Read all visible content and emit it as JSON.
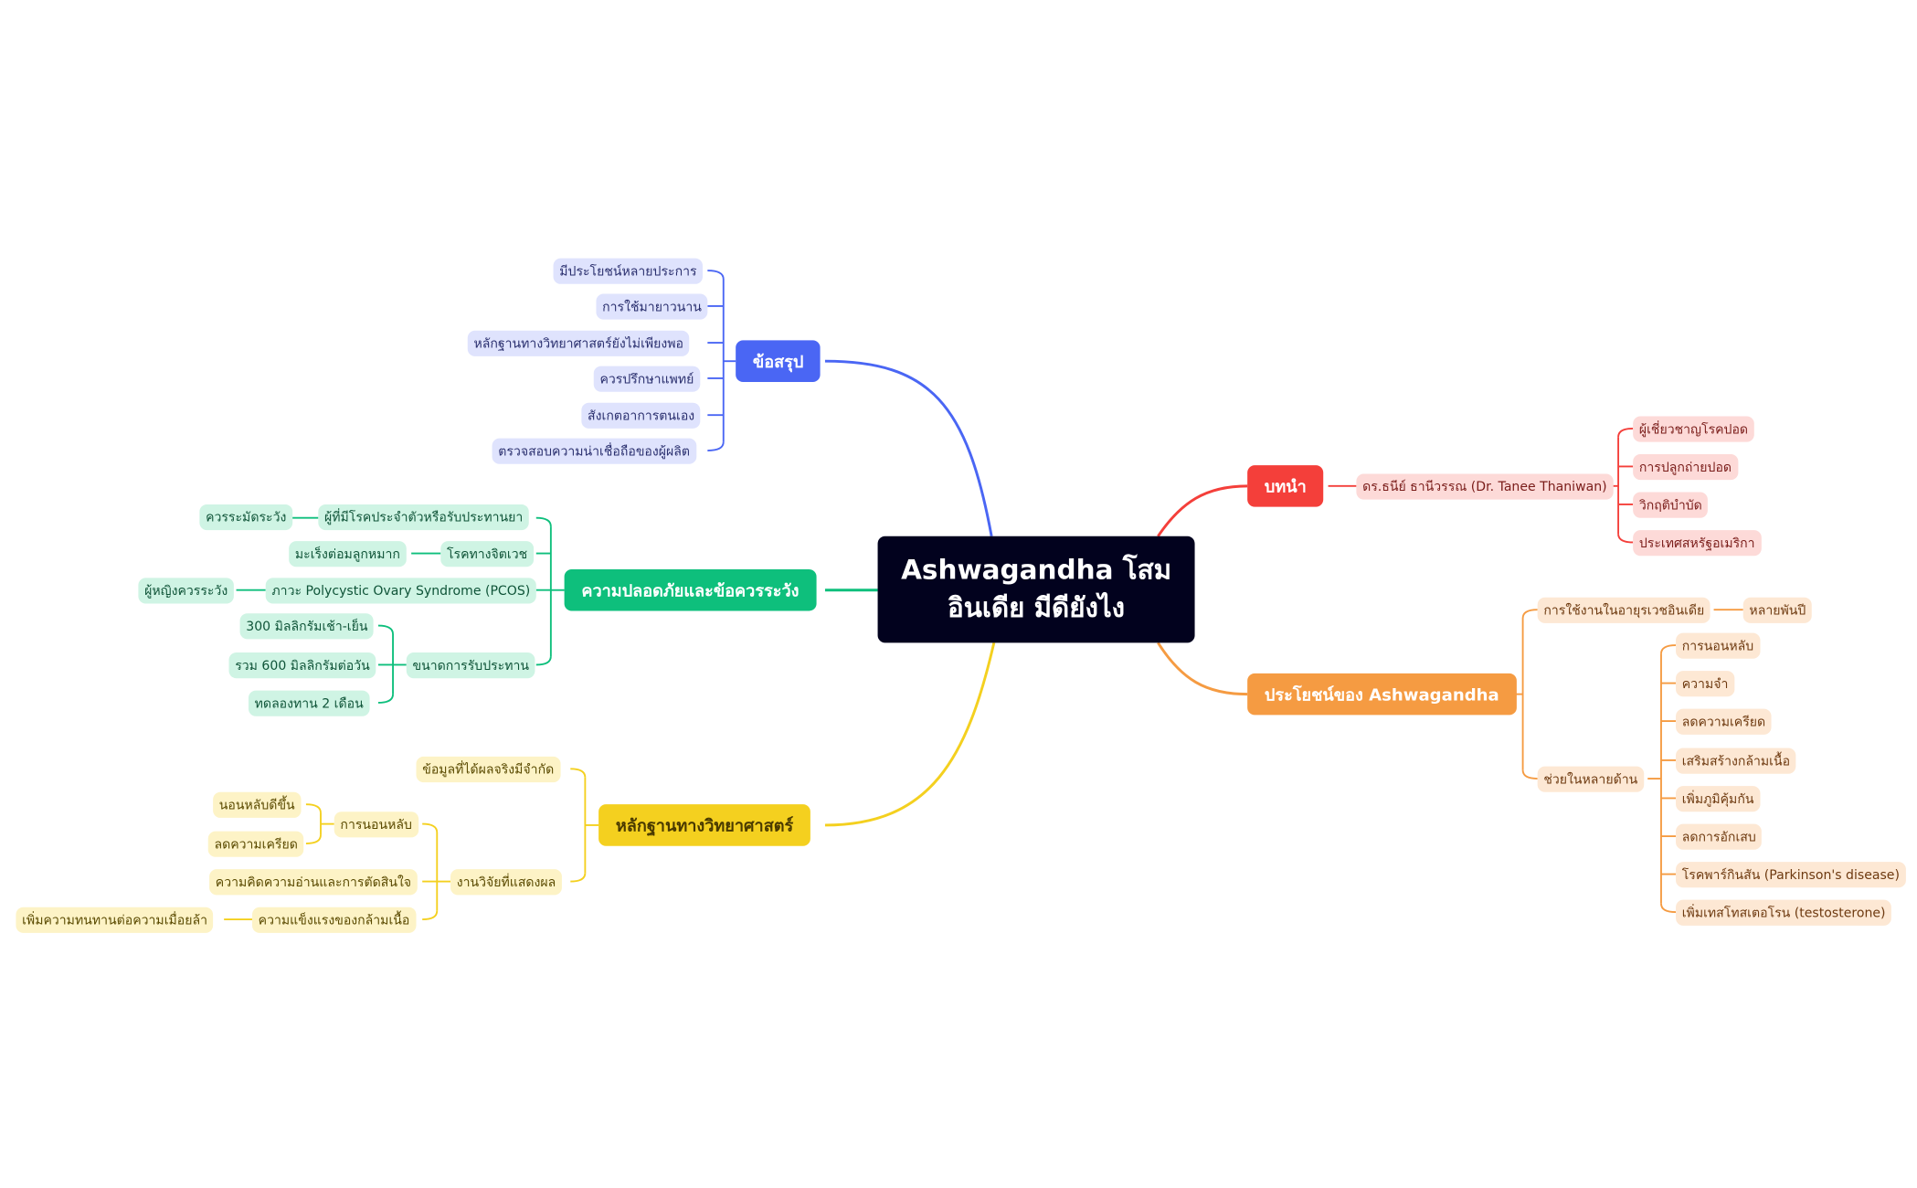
{
  "root": {
    "line1": "Ashwagandha โสม",
    "line2": "อินเดีย มีดียังไง"
  },
  "summary": {
    "title": "ข้อสรุป",
    "items": [
      "มีประโยชน์หลายประการ",
      "การใช้มายาวนาน",
      "หลักฐานทางวิทยาศาสตร์ยังไม่เพียงพอ",
      "ควรปรึกษาแพทย์",
      "สังเกตอาการตนเอง",
      "ตรวจสอบความน่าเชื่อถือของผู้ผลิต"
    ]
  },
  "safety": {
    "title": "ความปลอดภัยและข้อควรระวัง",
    "chronic": "ผู้ที่มีโรคประจำตัวหรือรับประทานยา",
    "chronic_note": "ควรระมัดระวัง",
    "psych": "โรคทางจิตเวช",
    "psych_note": "มะเร็งต่อมลูกหมาก",
    "pcos": "ภาวะ Polycystic Ovary Syndrome (PCOS)",
    "pcos_note": "ผู้หญิงควรระวัง",
    "dose": "ขนาดการรับประทาน",
    "dose_items": [
      "300 มิลลิกรัมเช้า-เย็น",
      "รวม 600 มิลลิกรัมต่อวัน",
      "ทดลองทาน 2 เดือน"
    ]
  },
  "evidence": {
    "title": "หลักฐานทางวิทยาศาสตร์",
    "limited": "ข้อมูลที่ได้ผลจริงมีจำกัด",
    "research": "งานวิจัยที่แสดงผล",
    "sleep": "การนอนหลับ",
    "sleep_items": [
      "นอนหลับดีขึ้น",
      "ลดความเครียด"
    ],
    "cognition": "ความคิดความอ่านและการตัดสินใจ",
    "muscle": "ความแข็งแรงของกล้ามเนื้อ",
    "muscle_note": "เพิ่มความทนทานต่อความเมื่อยล้า"
  },
  "intro": {
    "title": "บทนำ",
    "doctor": "ดร.ธนีย์ ธานีวรรณ (Dr. Tanee Thaniwan)",
    "items": [
      "ผู้เชี่ยวชาญโรคปอด",
      "การปลูกถ่ายปอด",
      "วิกฤติบำบัด",
      "ประเทศสหรัฐอเมริกา"
    ]
  },
  "benefits": {
    "title": "ประโยชน์ของ Ashwagandha",
    "ayurveda": "การใช้งานในอายุรเวชอินเดีย",
    "ayurveda_note": "หลายพันปี",
    "many": "ช่วยในหลายด้าน",
    "items": [
      "การนอนหลับ",
      "ความจำ",
      "ลดความเครียด",
      "เสริมสร้างกล้ามเนื้อ",
      "เพิ่มภูมิคุ้มกัน",
      "ลดการอักเสบ",
      "โรคพาร์กินสัน (Parkinson's disease)",
      "เพิ่มเทสโทสเตอโรน (testosterone)"
    ]
  },
  "colors": {
    "blue": "#4a66f4",
    "red": "#f43f3a",
    "orange": "#f59b42",
    "green": "#0ebf7c",
    "yellow": "#f4d01f",
    "root": "#02021e"
  }
}
